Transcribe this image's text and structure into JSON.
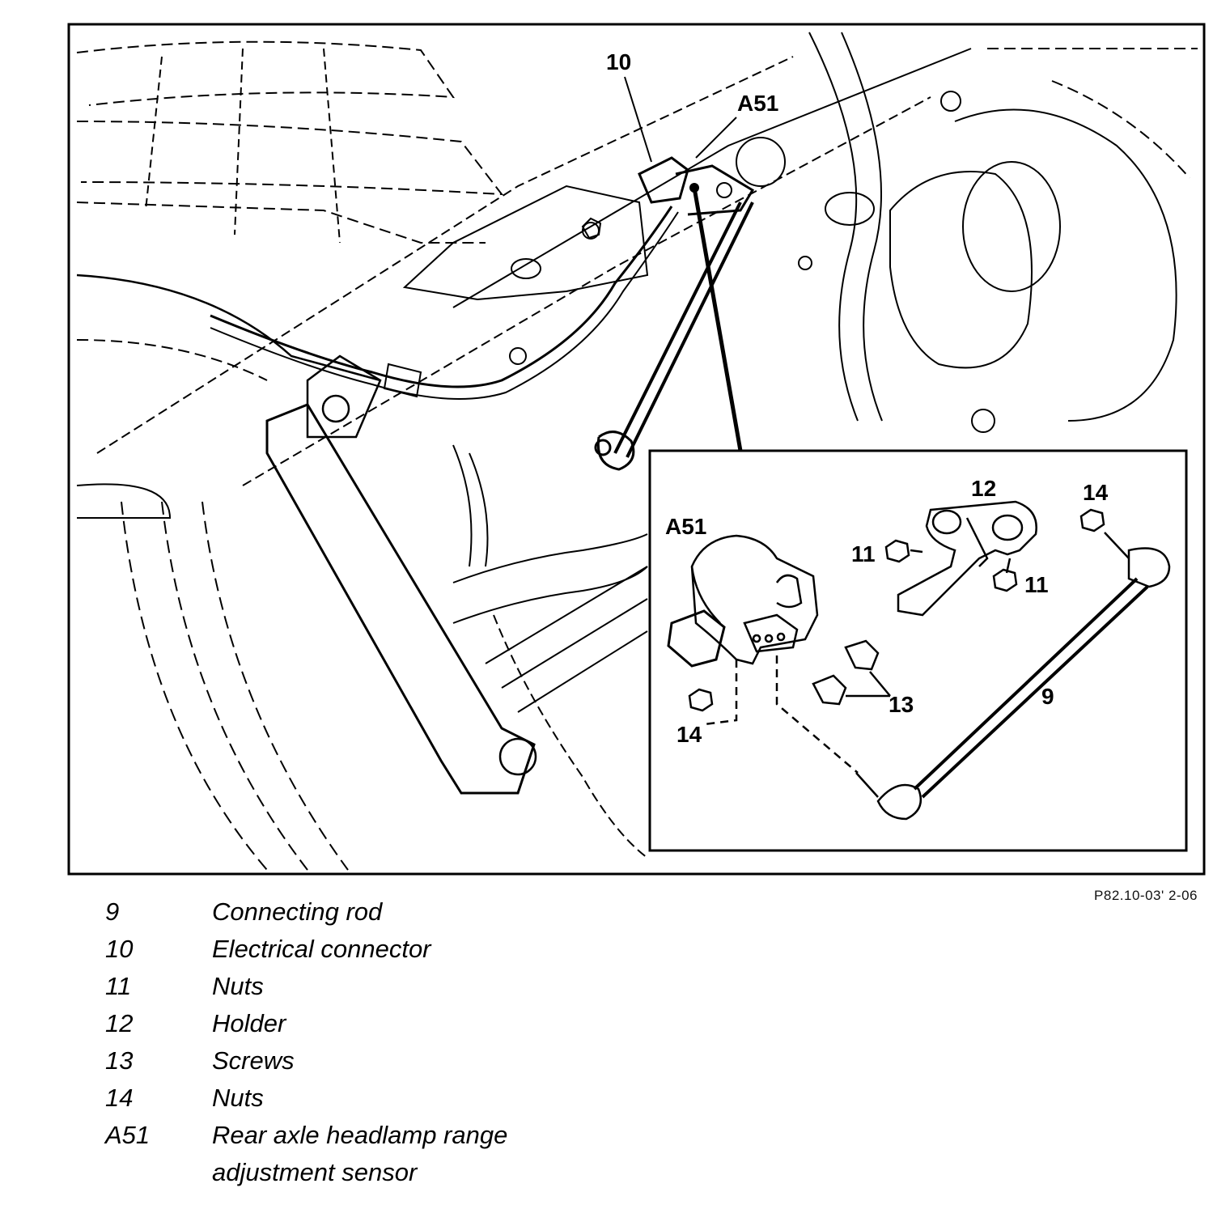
{
  "figure": {
    "callouts": {
      "main_10": "10",
      "main_a51": "A51",
      "inset_a51": "A51",
      "inset_12": "12",
      "inset_14_top": "14",
      "inset_11_left": "11",
      "inset_11_right": "11",
      "inset_13": "13",
      "inset_9": "9",
      "inset_14_bottom": "14"
    },
    "drawing_code": "P82.10-03' 2-06"
  },
  "legend": [
    {
      "num": "9",
      "text": "Connecting rod"
    },
    {
      "num": "10",
      "text": "Electrical connector"
    },
    {
      "num": "11",
      "text": "Nuts"
    },
    {
      "num": "12",
      "text": "Holder"
    },
    {
      "num": "13",
      "text": "Screws"
    },
    {
      "num": "14",
      "text": "Nuts"
    },
    {
      "num": "A51",
      "text": "Rear axle headlamp range"
    },
    {
      "num": "",
      "text": "adjustment sensor"
    }
  ]
}
